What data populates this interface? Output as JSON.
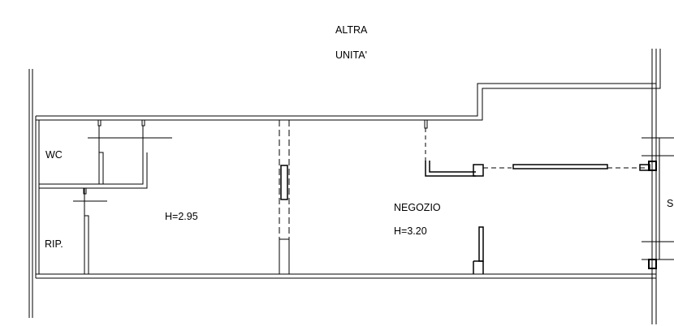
{
  "labels": {
    "neighbor_line1": "ALTRA",
    "neighbor_line2": "UNITA'",
    "wc": "WC",
    "rip": "RIP.",
    "main_height": "H=2.95",
    "shop_name": "NEGOZIO",
    "shop_height": "H=3.20",
    "cut_letter": "S"
  },
  "colors": {
    "line": "#000000",
    "background": "#ffffff"
  }
}
